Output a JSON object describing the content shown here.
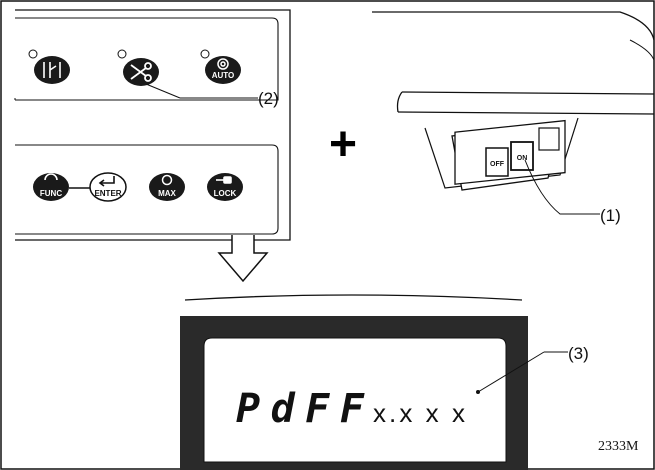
{
  "panel": {
    "buttons_top": [
      {
        "name": "threader-button",
        "label": ""
      },
      {
        "name": "thread-trimmer-button",
        "label": ""
      },
      {
        "name": "auto-button",
        "label": "AUTO"
      }
    ],
    "buttons_bottom": [
      {
        "name": "func-button",
        "label": "FUNC"
      },
      {
        "name": "enter-button",
        "label": "ENTER"
      },
      {
        "name": "max-button",
        "label": "MAX"
      },
      {
        "name": "lock-button",
        "label": "LOCK"
      }
    ]
  },
  "power_switch": {
    "off_label": "OFF",
    "on_label": "ON"
  },
  "callouts": {
    "c1": "(1)",
    "c2": "(2)",
    "c3": "(3)"
  },
  "plus_sign": "+",
  "display": {
    "main_text": "PdFF",
    "sub_text": "x.x x x"
  },
  "figure_number": "2333M",
  "colors": {
    "button_fill": "#1a1a1a",
    "line": "#111111"
  }
}
